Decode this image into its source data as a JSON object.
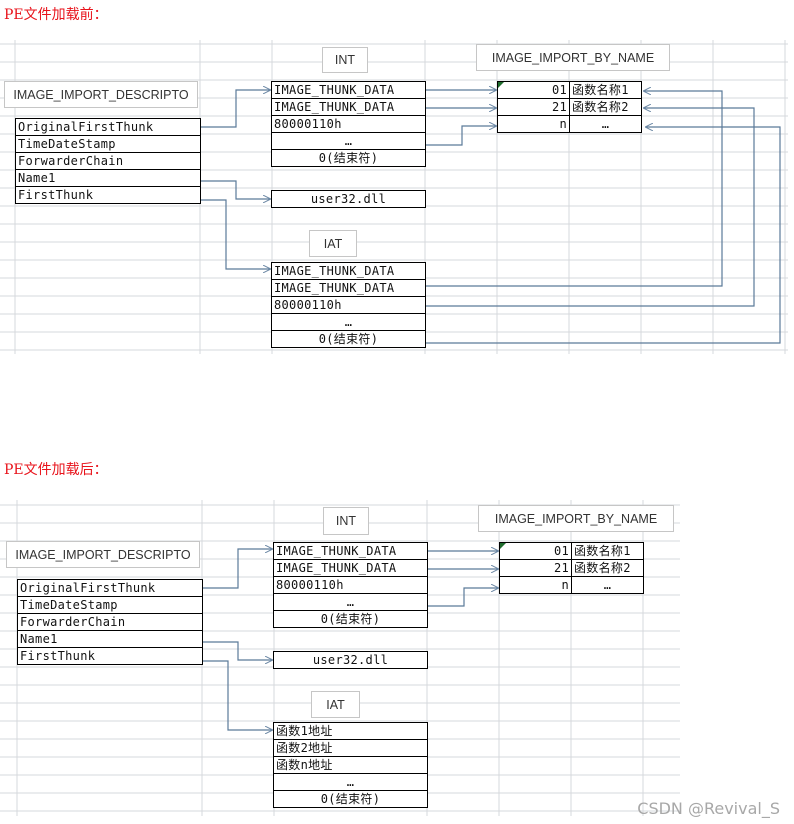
{
  "before": {
    "heading": "PE文件加载前：",
    "descriptor_label": "IMAGE_IMPORT_DESCRIPTO",
    "descriptor_fields": [
      "OriginalFirstThunk",
      "TimeDateStamp",
      "ForwarderChain",
      "Name1",
      "FirstThunk"
    ],
    "int_label": "INT",
    "int_rows": [
      "IMAGE_THUNK_DATA",
      "IMAGE_THUNK_DATA",
      "80000110h",
      "…",
      "0(结束符)"
    ],
    "dll_name": "user32.dll",
    "by_name_label": "IMAGE_IMPORT_BY_NAME",
    "by_name_rows": [
      {
        "hint": "01",
        "name": "函数名称1"
      },
      {
        "hint": "21",
        "name": "函数名称2"
      },
      {
        "hint": "n",
        "name": "…"
      }
    ],
    "iat_label": "IAT",
    "iat_rows": [
      "IMAGE_THUNK_DATA",
      "IMAGE_THUNK_DATA",
      "80000110h",
      "…",
      "0(结束符)"
    ]
  },
  "after": {
    "heading": "PE文件加载后：",
    "descriptor_label": "IMAGE_IMPORT_DESCRIPTO",
    "descriptor_fields": [
      "OriginalFirstThunk",
      "TimeDateStamp",
      "ForwarderChain",
      "Name1",
      "FirstThunk"
    ],
    "int_label": "INT",
    "int_rows": [
      "IMAGE_THUNK_DATA",
      "IMAGE_THUNK_DATA",
      "80000110h",
      "…",
      "0(结束符)"
    ],
    "dll_name": "user32.dll",
    "by_name_label": "IMAGE_IMPORT_BY_NAME",
    "by_name_rows": [
      {
        "hint": "01",
        "name": "函数名称1"
      },
      {
        "hint": "21",
        "name": "函数名称2"
      },
      {
        "hint": "n",
        "name": "…"
      }
    ],
    "iat_label": "IAT",
    "iat_rows": [
      "函数1地址",
      "函数2地址",
      "函数n地址",
      "…",
      "0(结束符)"
    ]
  },
  "colors": {
    "heading": "#e8131b",
    "arrow": "#5b7a99",
    "grid": "#d6d9dc",
    "corner_marker": "#1e6b2c"
  },
  "watermark": "CSDN @Revival_S"
}
